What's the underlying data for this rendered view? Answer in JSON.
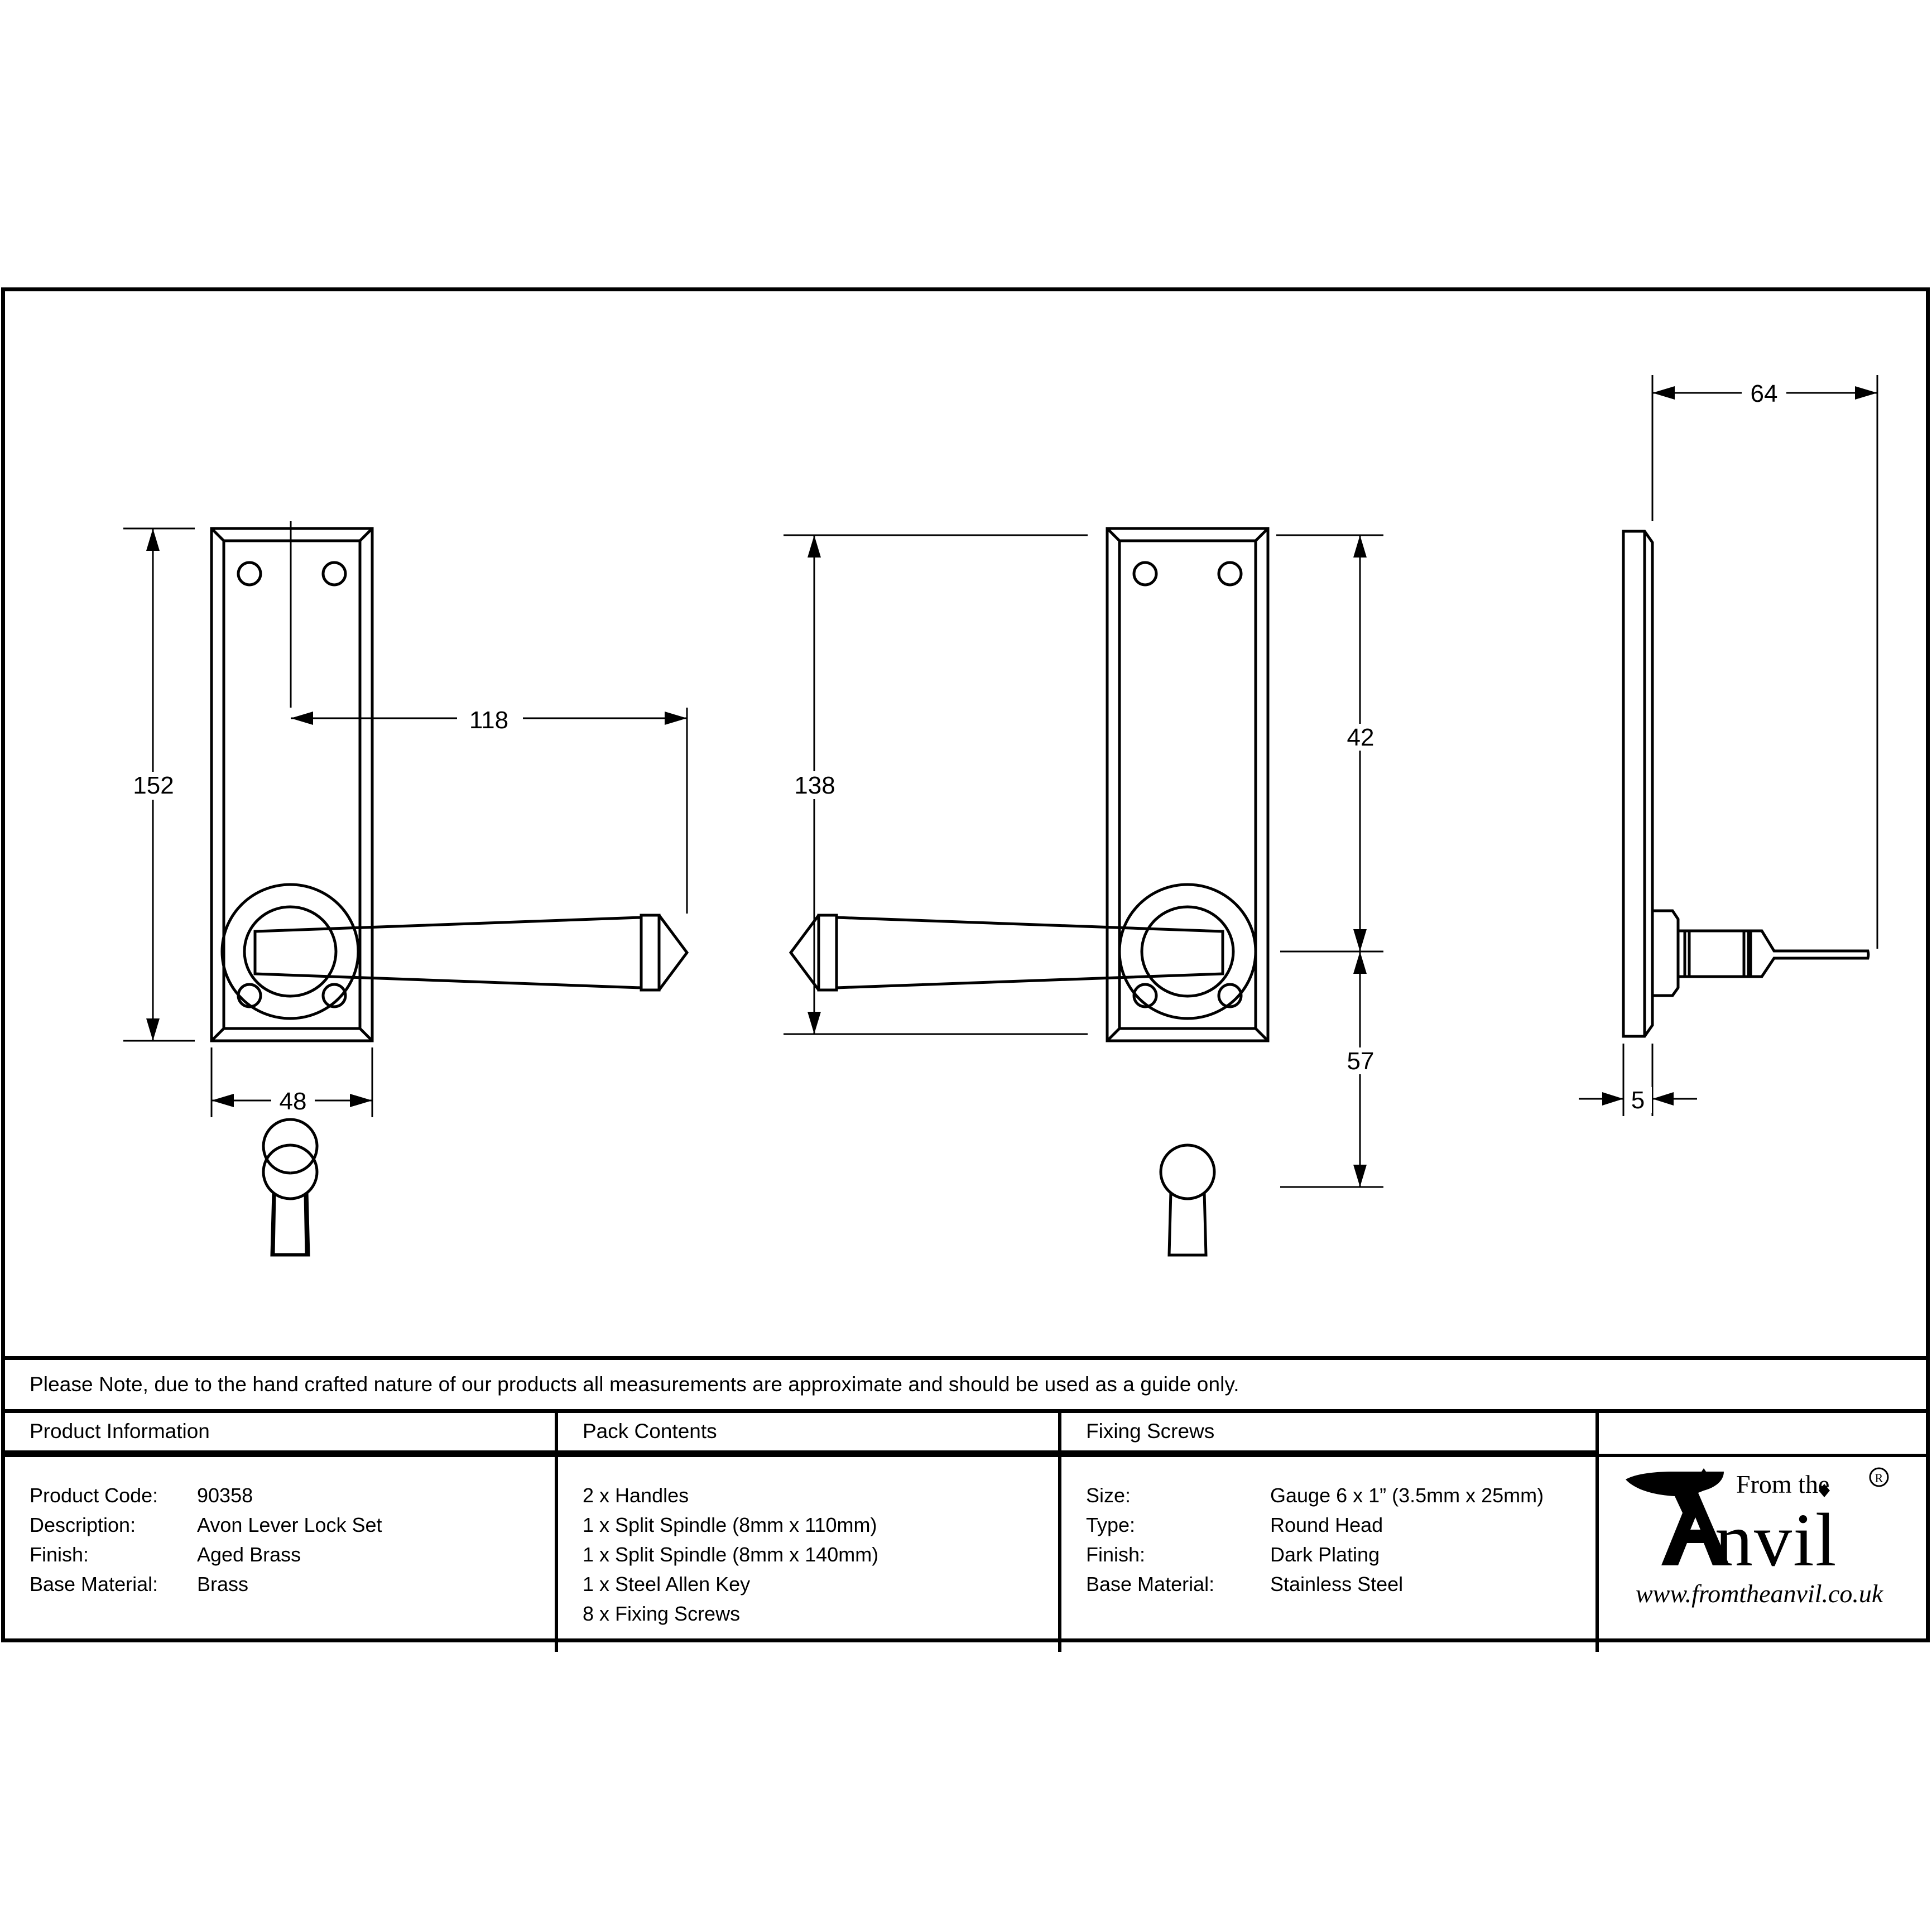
{
  "sheet": {
    "note": "Please Note, due to the hand crafted nature of our products all measurements are approximate and should be used as a guide only."
  },
  "drawings": {
    "front_view": {
      "name": "front-view-with-keyhole",
      "dims": {
        "lever_length": "118",
        "plate_height": "152",
        "plate_width": "48"
      }
    },
    "rear_view": {
      "name": "rear-view-with-keyhole",
      "dims": {
        "plate_height": "138",
        "top_to_spindle": "42",
        "spindle_to_keyhole": "57"
      }
    },
    "side_view": {
      "name": "side-profile-view",
      "dims": {
        "projection": "64",
        "plate_thickness": "5"
      }
    }
  },
  "table": {
    "columns": [
      {
        "header": "Product Information"
      },
      {
        "header": "Pack Contents"
      },
      {
        "header": "Fixing Screws"
      },
      {
        "header": ""
      }
    ],
    "product_information": [
      {
        "key": "Product Code:",
        "value": "90358"
      },
      {
        "key": "Description:",
        "value": "Avon Lever Lock Set"
      },
      {
        "key": "Finish:",
        "value": "Aged Brass"
      },
      {
        "key": "Base Material:",
        "value": "Brass"
      }
    ],
    "pack_contents": [
      "2 x Handles",
      "1 x Split Spindle (8mm x 110mm)",
      "1 x Split Spindle (8mm x 140mm)",
      "1 x Steel Allen Key",
      "8 x Fixing Screws"
    ],
    "fixing_screws": [
      {
        "key": "Size:",
        "value": "Gauge 6 x 1” (3.5mm x 25mm)"
      },
      {
        "key": "Type:",
        "value": "Round Head"
      },
      {
        "key": "Finish:",
        "value": "Dark Plating"
      },
      {
        "key": "Base Material:",
        "value": "Stainless Steel"
      }
    ]
  },
  "logo": {
    "top_text": "From the",
    "wordmark": "Anvil",
    "registered": "®",
    "url": "www.fromtheanvil.co.uk"
  },
  "colors": {
    "ink": "#000000",
    "paper": "#ffffff"
  }
}
